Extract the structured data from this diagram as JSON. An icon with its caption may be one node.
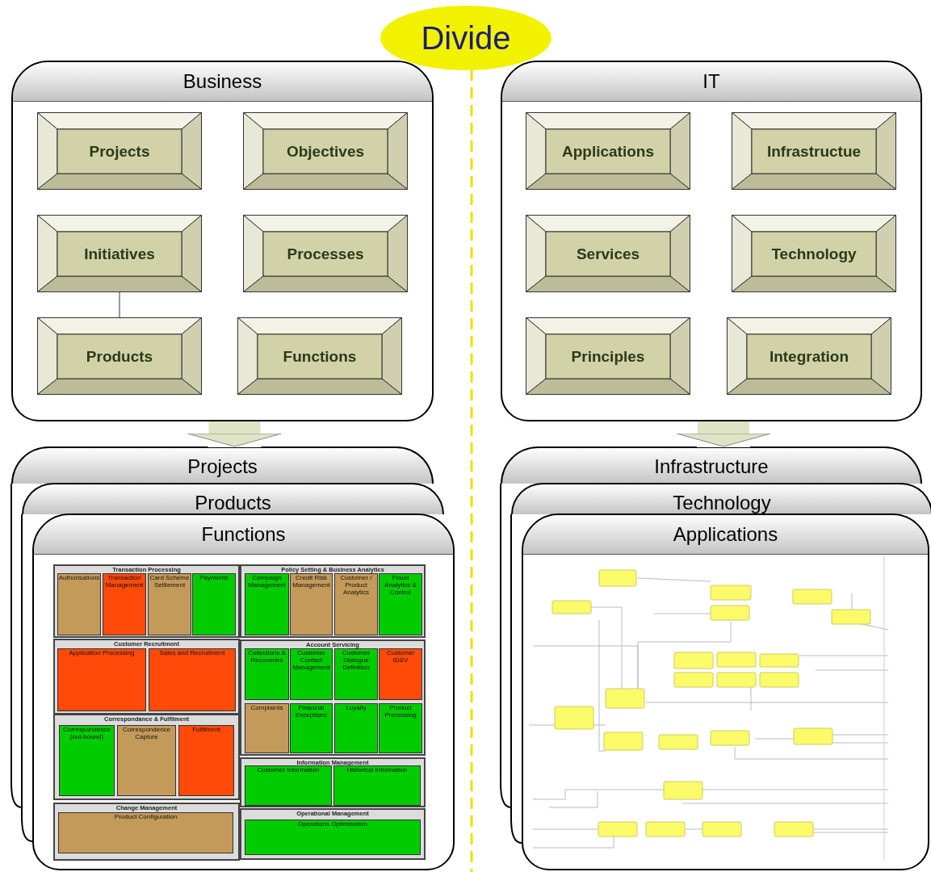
{
  "diagram": {
    "nodes": [
      {
        "text": [
          "Divide"
        ]
      },
      {
        "text": [
          "Business"
        ]
      },
      {
        "text": [
          "Projects"
        ],
        "in": 1
      },
      {
        "text": [
          "Objectives"
        ],
        "in": 1
      },
      {
        "text": [
          "Initiatives"
        ],
        "in": 1
      },
      {
        "text": [
          "Processes"
        ],
        "in": 1
      },
      {
        "text": [
          "Products"
        ],
        "in": 1
      },
      {
        "text": [
          "Functions"
        ],
        "in": 1
      },
      {
        "text": [
          "IT"
        ]
      },
      {
        "text": [
          "Applications"
        ],
        "in": 8
      },
      {
        "text": [
          "Infrastructue"
        ],
        "in": 8
      },
      {
        "text": [
          "Services"
        ],
        "in": 8
      },
      {
        "text": [
          "Technology"
        ],
        "in": 8
      },
      {
        "text": [
          "Principles"
        ],
        "in": 8
      },
      {
        "text": [
          "Integration"
        ],
        "in": 8
      },
      {
        "text": [
          "Projects"
        ]
      },
      {
        "text": [
          "Products"
        ]
      },
      {
        "text": [
          "Functions"
        ]
      },
      {
        "text": [
          "Infrastructure"
        ]
      },
      {
        "text": [
          "Technology"
        ]
      },
      {
        "text": [
          "Applications"
        ]
      },
      {
        "text": [
          "Transaction Processing"
        ],
        "in": 17
      },
      {
        "text": [
          "Authorisations"
        ],
        "in": 21
      },
      {
        "text": [
          "Transaction Management"
        ],
        "in": 21
      },
      {
        "text": [
          "Card Scheme Settlement"
        ],
        "in": 21
      },
      {
        "text": [
          "Payments"
        ],
        "in": 21
      },
      {
        "text": [
          "Policy Setting & Business Analytics"
        ],
        "in": 17
      },
      {
        "text": [
          "Campaign Management"
        ],
        "in": 26
      },
      {
        "text": [
          "Credit Risk Management"
        ],
        "in": 26
      },
      {
        "text": [
          "Customer / Product Analytics"
        ],
        "in": 26
      },
      {
        "text": [
          "Fraud Analytics & Control"
        ],
        "in": 26
      },
      {
        "text": [
          "Customer Recruitment"
        ],
        "in": 17
      },
      {
        "text": [
          "Application Processing"
        ],
        "in": 31
      },
      {
        "text": [
          "Sales and Recruitment"
        ],
        "in": 31
      },
      {
        "text": [
          "Account Servicing"
        ],
        "in": 17
      },
      {
        "text": [
          "Collections & Recoveries"
        ],
        "in": 34
      },
      {
        "text": [
          "Customer Contact Management"
        ],
        "in": 34
      },
      {
        "text": [
          "Customer Dialogue Definition"
        ],
        "in": 34
      },
      {
        "text": [
          "Customer ID&V"
        ],
        "in": 34
      },
      {
        "text": [
          "Complaints"
        ],
        "in": 34
      },
      {
        "text": [
          "Financial Exceptions"
        ],
        "in": 34
      },
      {
        "text": [
          "Loyalty"
        ],
        "in": 34
      },
      {
        "text": [
          "Product Processing"
        ],
        "in": 34
      },
      {
        "text": [
          "Correspondance & Fulfilment"
        ],
        "in": 17
      },
      {
        "text": [
          "Correspondence (out-bound)"
        ],
        "in": 43
      },
      {
        "text": [
          "Correspondence Capture"
        ],
        "in": 43
      },
      {
        "text": [
          "Fulfilment"
        ],
        "in": 43
      },
      {
        "text": [
          "Information Management"
        ],
        "in": 17
      },
      {
        "text": [
          "Customer Information"
        ],
        "in": 47
      },
      {
        "text": [
          "Historical Information"
        ],
        "in": 47
      },
      {
        "text": [
          "Change Management"
        ],
        "in": 17
      },
      {
        "text": [
          "Product Configuration"
        ],
        "in": 50
      },
      {
        "text": [
          "Operational Management"
        ],
        "in": 17
      },
      {
        "text": [
          "Operations Optimisation"
        ],
        "in": 52
      },
      {
        "text": [],
        "shape": "picture",
        "in": 20
      }
    ],
    "edges": [
      {
        "from": 4,
        "to": 6,
        "arrow": "none",
        "color": "#333333"
      },
      {
        "from": 1,
        "to": 15,
        "arrow": "to"
      },
      {
        "from": 8,
        "to": 18,
        "arrow": "to"
      }
    ]
  }
}
